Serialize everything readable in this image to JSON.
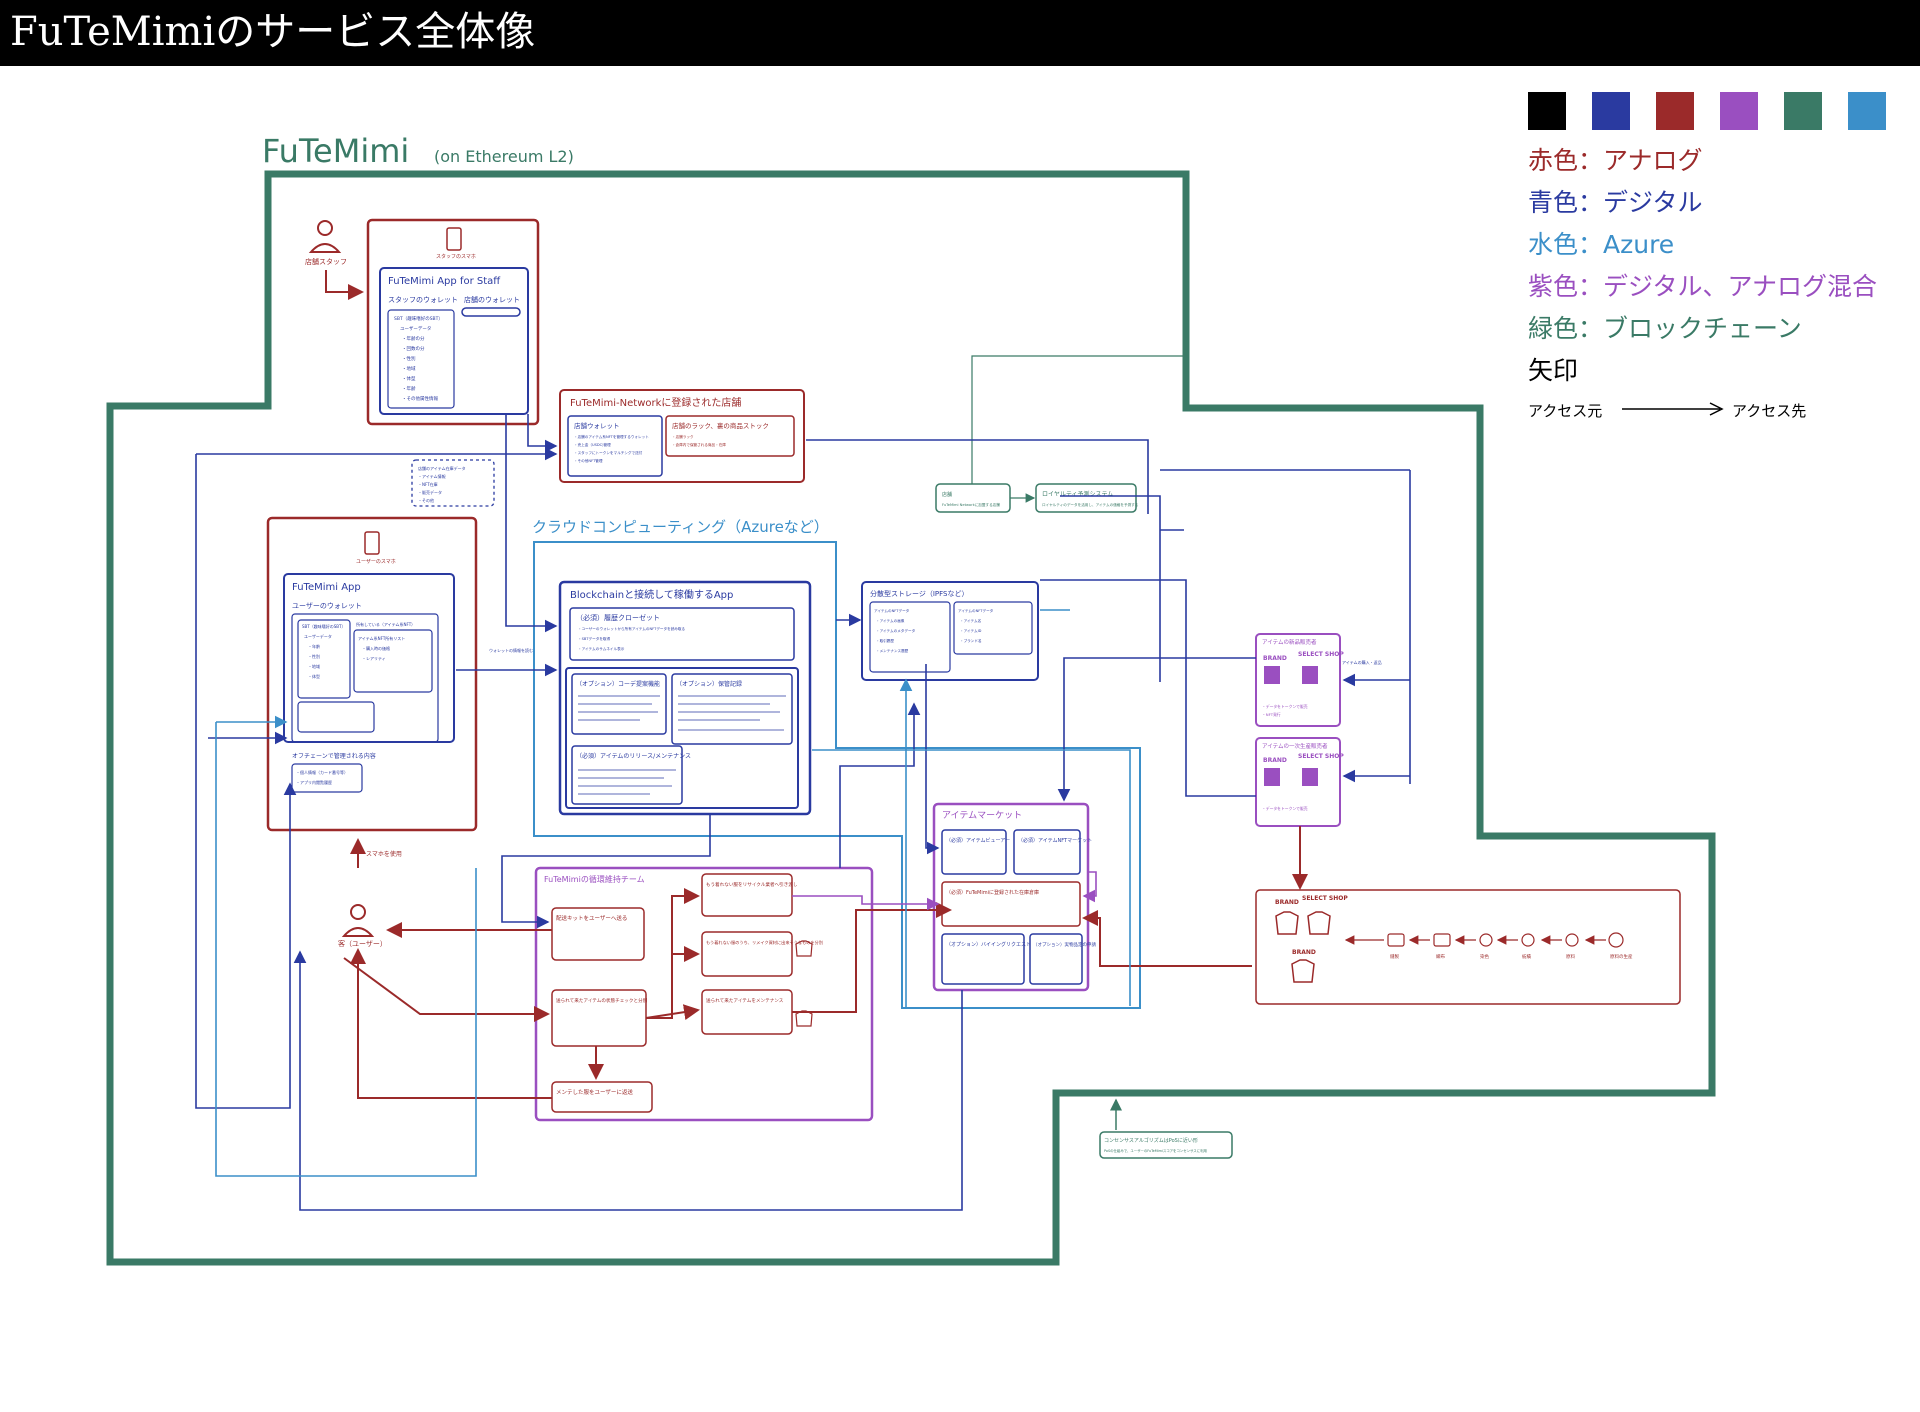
{
  "header": {
    "title": "FuTeMimiのサービス全体像"
  },
  "colors": {
    "analog": "#9b2a2a",
    "digital": "#2a3aa0",
    "azure": "#3b8fc9",
    "mixed": "#9a4fc0",
    "blockchain": "#3a7a66",
    "black": "#000000"
  },
  "legend": {
    "swatches": [
      "#000000",
      "#2a3aa0",
      "#9b2a2a",
      "#9a4fc0",
      "#3a7a66",
      "#3b8fc9"
    ],
    "items": [
      {
        "text": "赤色：アナログ",
        "color": "#9b2a2a"
      },
      {
        "text": "青色：デジタル",
        "color": "#2a3aa0"
      },
      {
        "text": "水色：Azure",
        "color": "#3b8fc9"
      },
      {
        "text": "紫色：デジタル、アナログ混合",
        "color": "#9a4fc0"
      },
      {
        "text": "緑色：ブロックチェーン",
        "color": "#3a7a66"
      },
      {
        "text": "矢印",
        "color": "#000000"
      }
    ],
    "arrow_source": "アクセス元",
    "arrow_target": "アクセス先"
  },
  "network": {
    "title": "FuTeMimi",
    "subtitle": "(on Ethereum L2)"
  },
  "staff": {
    "person_label": "店舗スタッフ",
    "phone_label": "スタッフのスマホ",
    "app_title": "FuTeMimi App for Staff",
    "staff_wallet": "スタッフのウォレット",
    "store_wallet": "店舗のウォレット",
    "items": [
      "SBT（趣味嗜好のSBT）",
      "ユーザーデータ",
      "・年齢の分",
      "・回数の分",
      "・性別",
      "・地域",
      "・体型",
      "・年齢",
      "・その他属性情報"
    ]
  },
  "stores": {
    "title": "FuTeMimi-Networkに登録された店舗",
    "wallet_title": "店舗ウォレット",
    "wallet_items": [
      "・店舗のアイテム系NFTを管理するウォレット",
      "・売上金（USDC)管理",
      "・スタッフにトークンをマルチシグで送付",
      "・その他NFT管理"
    ],
    "rack_title": "店舗のラック、裏の商品ストック",
    "rack_items": [
      "・店舗ラック",
      "・倉庫内で保管される商品・在庫"
    ]
  },
  "dotted_note": [
    "店舗のアイテム在庫データ",
    "・アイテム情報",
    "・NFT在庫",
    "・販売データ",
    "・その他"
  ],
  "user": {
    "phone_label": "ユーザーのスマホ",
    "app_title": "FuTeMimi App",
    "wallet": "ユーザーのウォレット",
    "sbt_items": [
      "SBT（趣味嗜好のSBT）",
      "ユーザーデータ",
      "・年齢",
      "・性別",
      "・地域",
      "・体型"
    ],
    "nft_items": [
      "所有している（アイテム系NFT）",
      "アイテム系NFT所有リスト",
      "・購入時の価格",
      "・レアリティ"
    ],
    "offchain_title": "オフチェーンで管理される内容",
    "offchain_items": [
      "・個人情報（カード番号等）",
      "・アプリ内閲覧履歴"
    ],
    "person_label": "客（ユーザー）",
    "phone_caption": "スマホを使用"
  },
  "cloud": {
    "title": "クラウドコンピューティング（Azureなど）"
  },
  "blockchain_app": {
    "title": "Blockchainと接続して稼働するApp",
    "trade_title": "（必須）履歴クローゼット",
    "trade_items": [
      "・ユーザーのウォレットから所有アイテムのNFTデータを読み取る",
      "・SBTデータを取得",
      "・アイテムのサムネイル表示"
    ],
    "coord_title": "（オプション）コーデ提案機能",
    "repair_title": "（オプション）保管記録",
    "release_title": "（必須）アイテムのリリース/メンテナンス"
  },
  "storage": {
    "title": "分散型ストレージ（IPFSなど）",
    "col1": [
      "アイテムのNFTデータ",
      "・アイテムの画像",
      "・アイテムのメタデータ",
      "・取引履歴",
      "・メンテナンス履歴"
    ],
    "col2": [
      "アイテムのNFTデータ",
      "・アイテム名",
      "・アイテムID",
      "・ブランド名"
    ]
  },
  "loyalty": {
    "store_box": [
      "店舗",
      "FuTeMimi Networkに加盟する店舗"
    ],
    "system_title": "ロイヤルティ予測システム",
    "system_text": [
      "ロイヤルティのデータを活用し、アイテムの価格を予測する"
    ]
  },
  "makers": {
    "title1": "アイテムの新品販売者",
    "title2": "アイテムの一次生産販売者",
    "brand": "BRAND",
    "select": "SELECT SHOP",
    "caption1": [
      "・データをトークンで販売",
      "・NFT発行"
    ],
    "caption2": [
      "・データをトークンで販売"
    ]
  },
  "market": {
    "title": "アイテムマーケット",
    "viewer_title": "（必須）アイテムビューアー",
    "nftmarket_title": "（必須）アイテムNFTマーケット",
    "inventory_title": "（必須）FuTeMimiに登録された在庫倉庫",
    "buying_title": "（オプション）バイイングリクエスト",
    "nearby_title": "（オプション）実物品定の申請"
  },
  "supply": {
    "brand": "BRAND",
    "select": "SELECT SHOP",
    "brand2": "BRAND",
    "steps": [
      "縫製",
      "織布",
      "染色",
      "紡績",
      "原料",
      "原料の生産"
    ]
  },
  "maintenance": {
    "title": "FuTeMimiの循環維持チーム",
    "kit": "配送キットをユーザーへ送る",
    "recycle": "もう着れない服をリサイクル業者へ引き渡し",
    "remake": "もう着れない服のうち、リメイク資材に出来そうなものを分別",
    "check": "送られて来たアイテムの状態チェックと分別",
    "mend": "送られて来たアイテムをメンテナンス",
    "return": "メンテした服をユーザーに返送"
  },
  "consensus": {
    "text": "コンセンサスアルゴリズムはPoSに近い形",
    "sub": "PoSの仕組みで、ユーザーのFuTeMimiスコアをコンセンサスに利用"
  },
  "arrow_notes": {
    "phone_use": "スマホを使用",
    "wallet_link": "ウォレットの情報を読む",
    "user_link": "アイテムの購入・返品"
  }
}
